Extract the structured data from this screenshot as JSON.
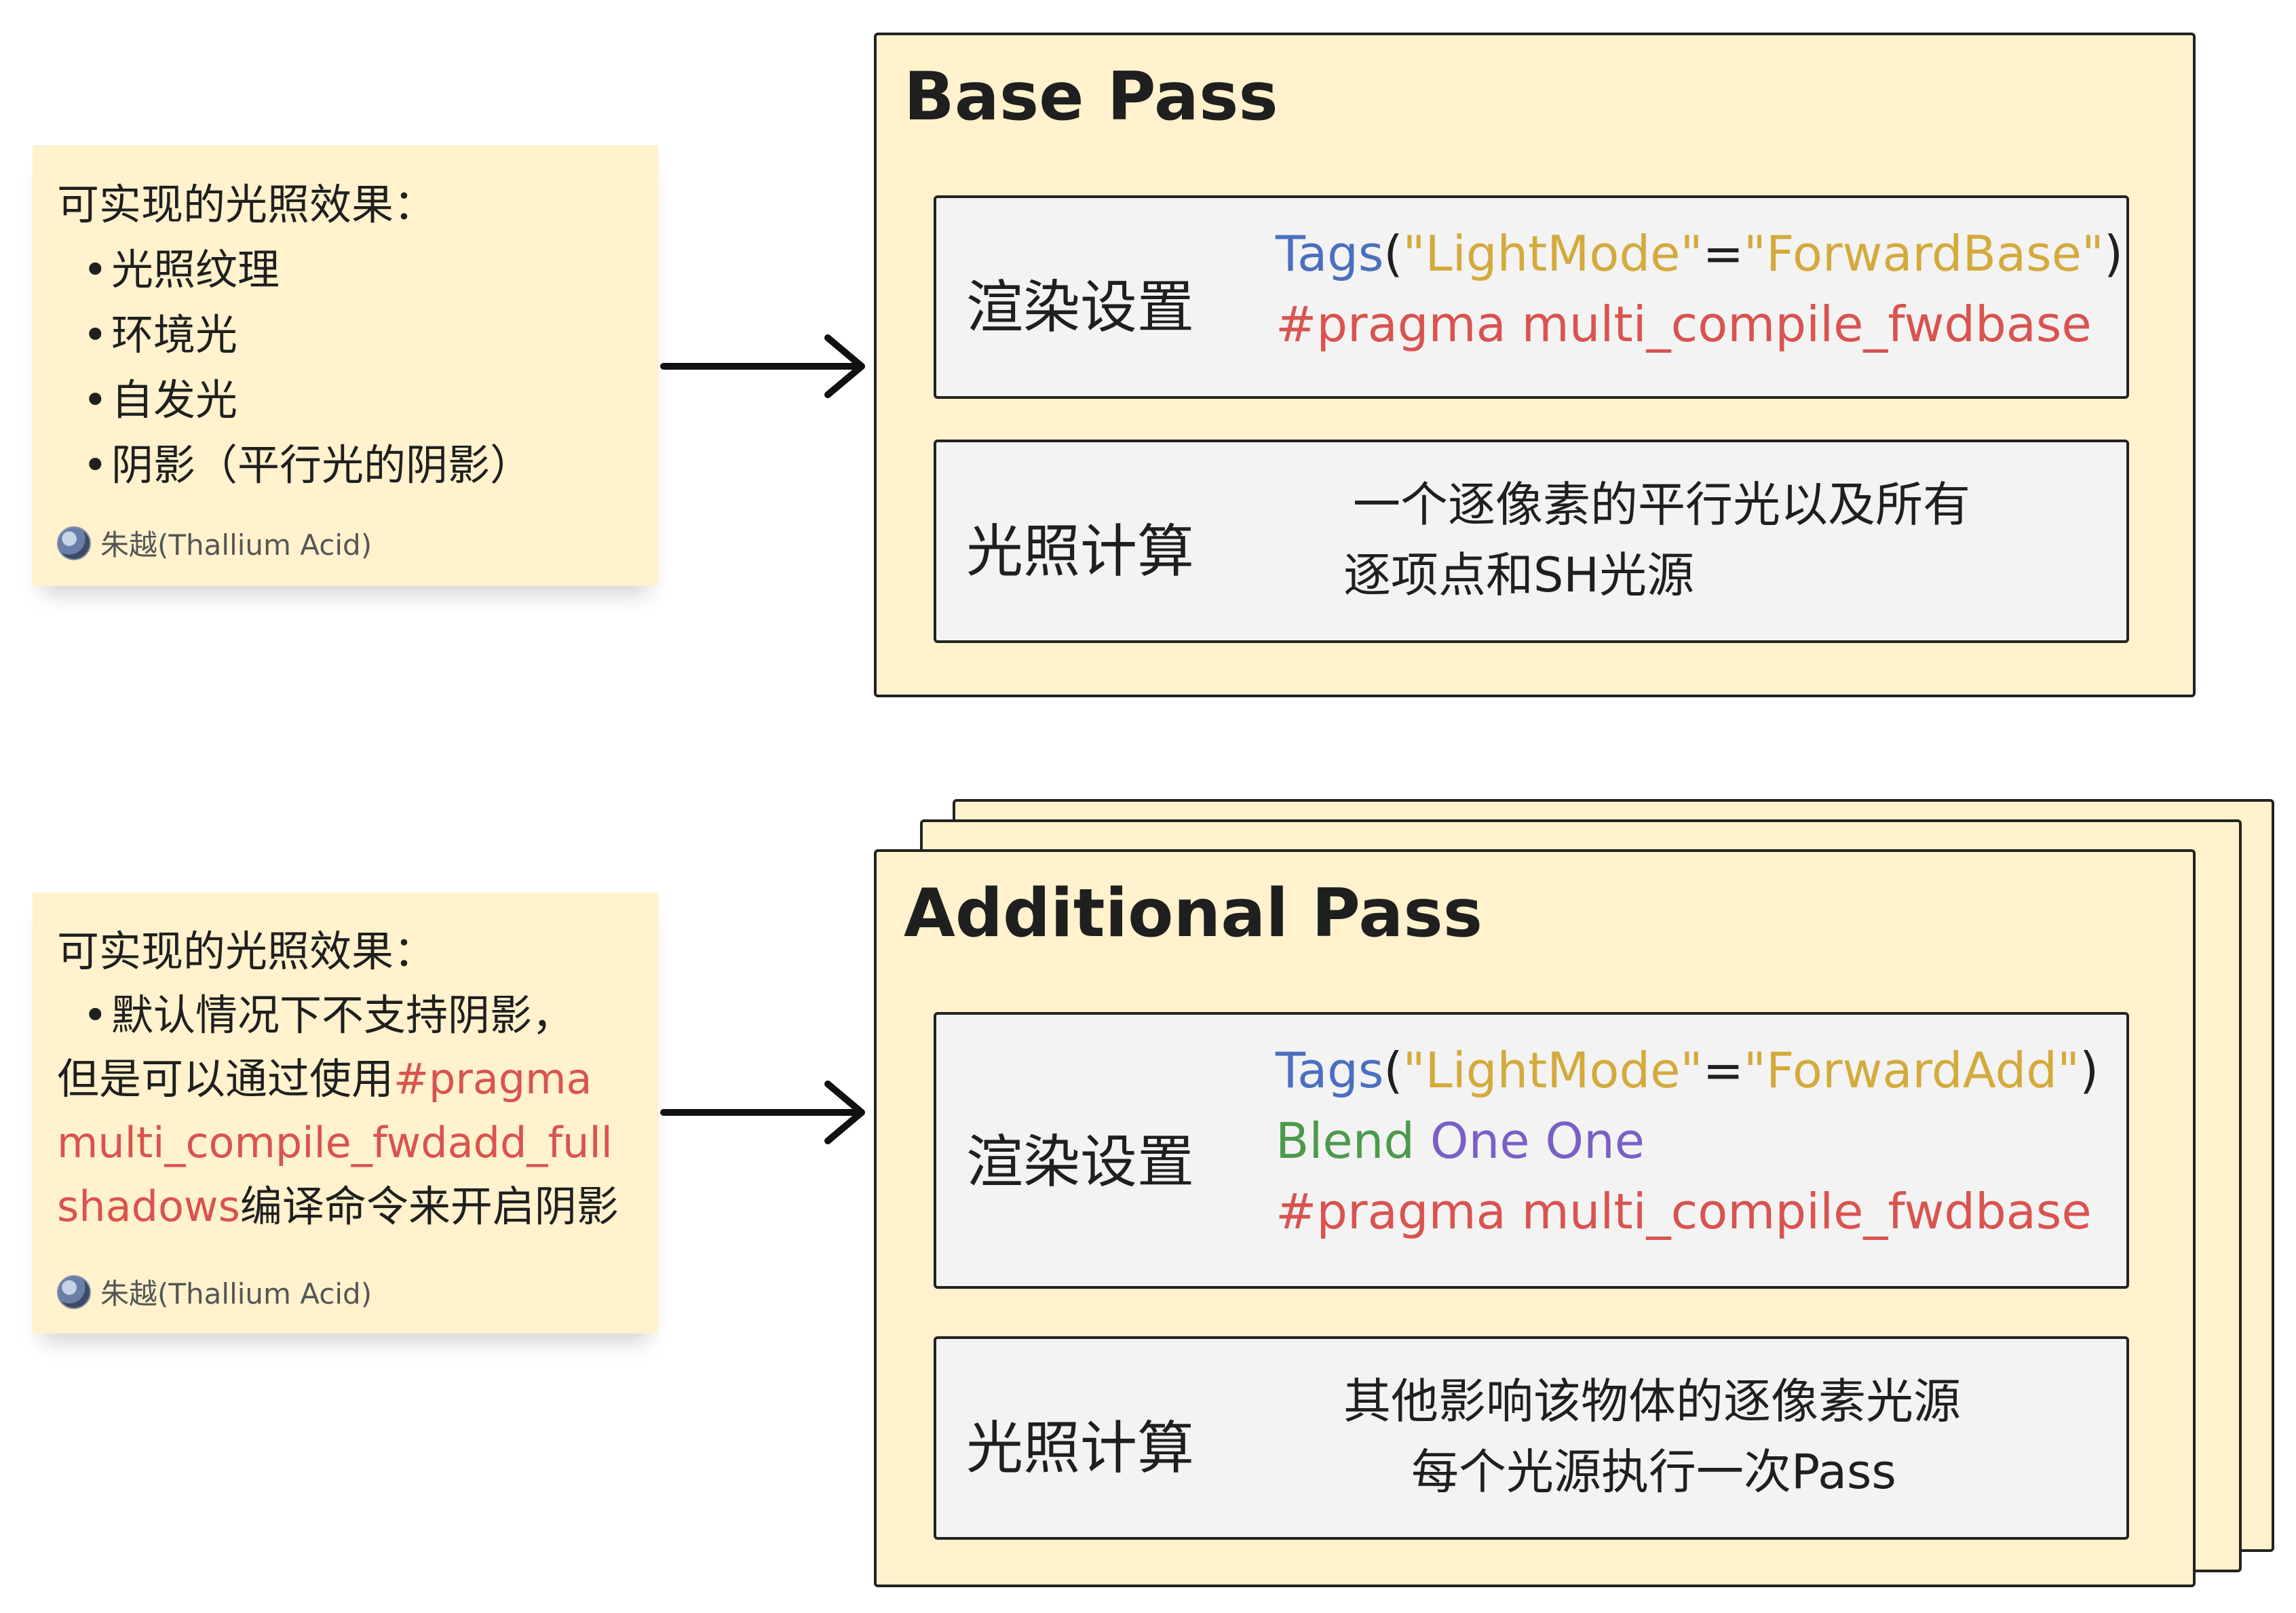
{
  "note1": {
    "title": "可实现的光照效果：",
    "items": [
      "光照纹理",
      "环境光",
      "自发光",
      "阴影（平行光的阴影）"
    ],
    "author": "朱越(Thallium Acid)"
  },
  "note2": {
    "title": "可实现的光照效果：",
    "item": "默认情况下不支持阴影，",
    "line2_plain": "但是可以通过使用",
    "line2_red": "#pragma",
    "line3_red": "multi_compile_fwdadd_full",
    "line4_red": "shadows",
    "line4_plain": "编译命令来开启阴影",
    "author": "朱越(Thallium Acid)"
  },
  "base_pass": {
    "title": "Base Pass",
    "render_label": "渲染设置",
    "code": {
      "tags_kw": "Tags",
      "open": "(",
      "key": "\"LightMode\"",
      "eq": "=",
      "val": "\"ForwardBase\"",
      "close": ")",
      "pragma": "#pragma multi_compile_fwdbase"
    },
    "light_label": "光照计算",
    "light_desc": [
      "一个逐像素的平行光以及所有",
      "逐项点和SH光源"
    ]
  },
  "additional_pass": {
    "title": "Additional Pass",
    "render_label": "渲染设置",
    "code": {
      "tags_kw": "Tags",
      "open": "(",
      "key": "\"LightMode\"",
      "eq": "=",
      "val": "\"ForwardAdd\"",
      "close": ")",
      "blend": "Blend",
      "blend_args": "One One",
      "pragma": "#pragma multi_compile_fwdbase"
    },
    "light_label": "光照计算",
    "light_desc": [
      "其他影响该物体的逐像素光源",
      "每个光源执行一次Pass"
    ]
  },
  "colors": {
    "note_bg": "#fff2cc",
    "inner_bg": "#f3f3f3",
    "keyword_blue": "#4a6fbf",
    "string_yellow": "#d4aa3c",
    "pragma_red": "#d9534f",
    "blend_green": "#4c9a4c",
    "args_purple": "#7a5fc7"
  }
}
